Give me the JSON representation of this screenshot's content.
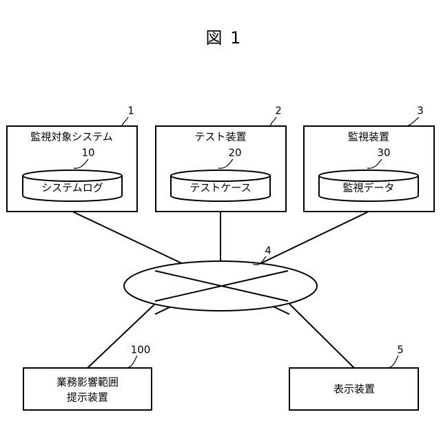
{
  "figure_title": "図 1",
  "nodes": {
    "monitored_system": {
      "ref": "1",
      "label": "監視対象システム",
      "db_ref": "10",
      "db_label": "システムログ"
    },
    "test_device": {
      "ref": "2",
      "label": "テスト装置",
      "db_ref": "20",
      "db_label": "テストケース"
    },
    "monitoring_device": {
      "ref": "3",
      "label": "監視装置",
      "db_ref": "30",
      "db_label": "監視データ"
    },
    "network": {
      "ref": "4"
    },
    "impact_device": {
      "ref": "100",
      "label_line1": "業務影響範囲",
      "label_line2": "提示装置"
    },
    "display_device": {
      "ref": "5",
      "label": "表示装置"
    }
  }
}
